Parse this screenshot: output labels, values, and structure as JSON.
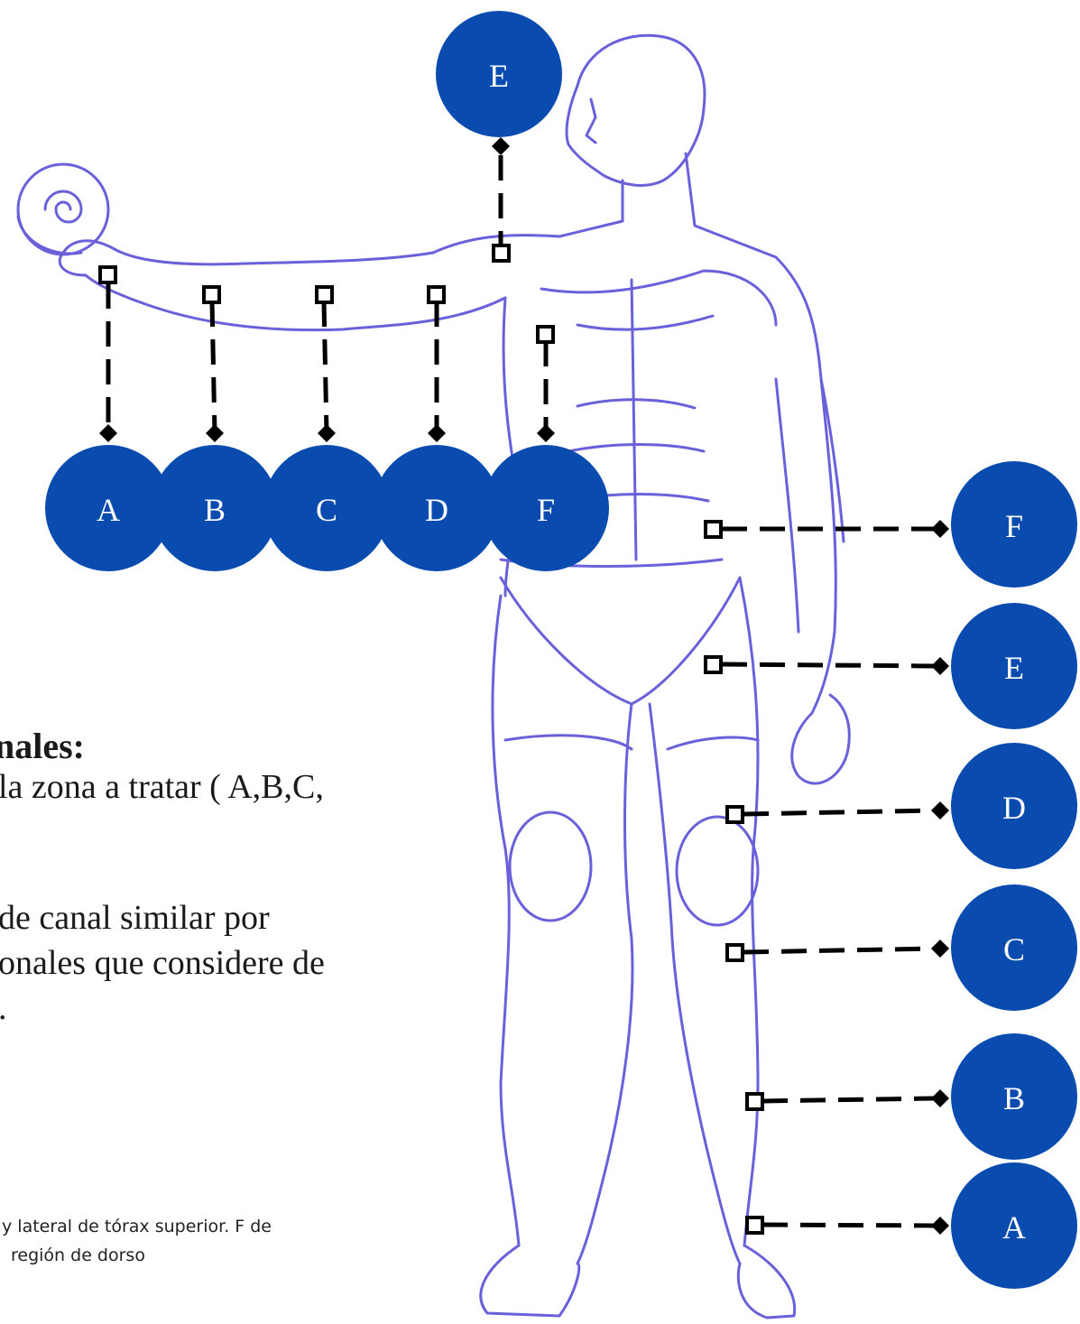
{
  "page": {
    "heading": "nales:",
    "body_lines": [
      "la zona a tratar ( A,B,C,",
      "de canal similar por",
      "onales que considere de",
      "."
    ],
    "note_lines": [
      "y lateral de tórax superior. F de",
      "región de dorso"
    ]
  },
  "colors": {
    "badge_fill": "#0a4bb0",
    "badge_text": "#ffffff",
    "connector": "#000000",
    "figure_outline": "#5a4fd6"
  },
  "badges": {
    "arm": [
      "A",
      "B",
      "C",
      "D",
      "F"
    ],
    "head": "E",
    "right_column": [
      "F",
      "E",
      "D",
      "C",
      "B",
      "A"
    ]
  }
}
